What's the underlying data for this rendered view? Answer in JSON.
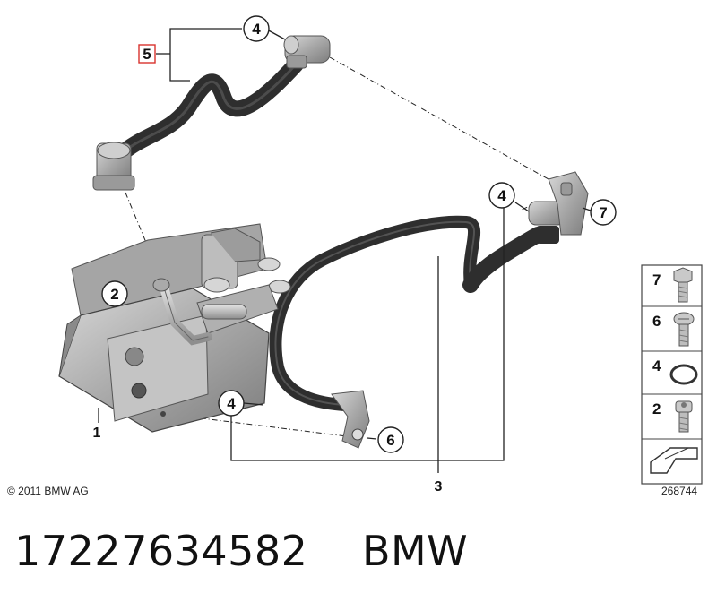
{
  "copyright": "© 2011 BMW AG",
  "diagram_number": "268744",
  "bottom_caption": {
    "part_number": "17227634582",
    "brand": "BMW"
  },
  "callouts": {
    "c4_top": "4",
    "c5": "5",
    "c4_right": "4",
    "c7": "7",
    "c2": "2",
    "c4_bottom": "4",
    "c6": "6",
    "c1": "1",
    "c3": "3"
  },
  "legend": [
    "7",
    "6",
    "4",
    "2"
  ],
  "colors": {
    "hose": "#2e2e2e",
    "metal": "#b9b9b9",
    "highlight_box": "#d9322e"
  }
}
